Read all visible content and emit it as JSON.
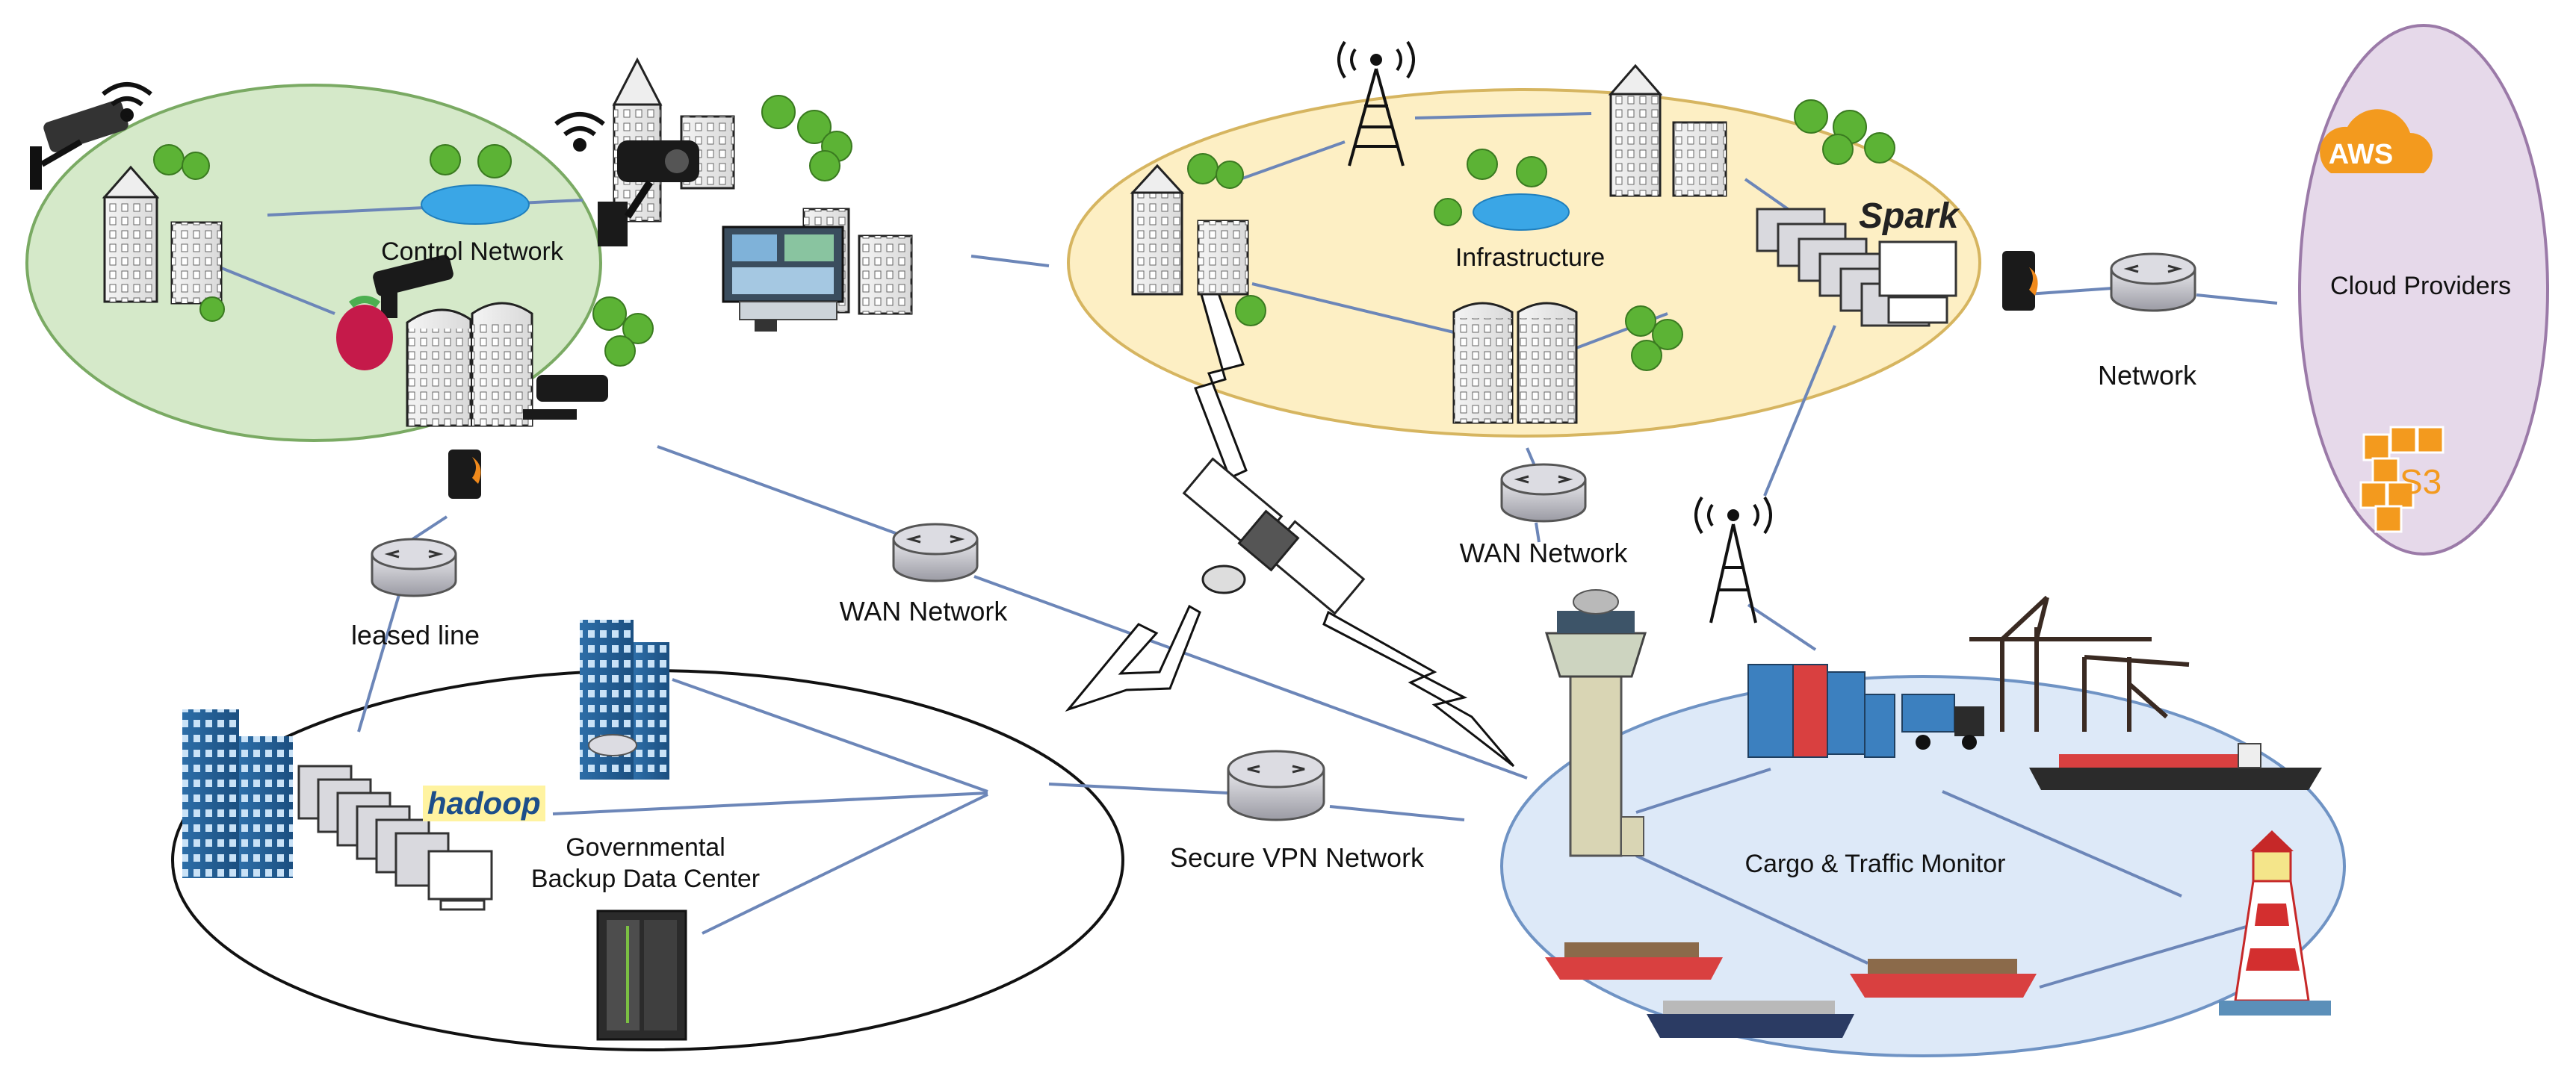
{
  "regions": {
    "control_network": "Control Network",
    "infrastructure": "Infrastructure",
    "cloud_providers": "Cloud Providers",
    "data_center": "Governmental\nBackup Data Center",
    "cargo_traffic": "Cargo & Traffic Monitor"
  },
  "links": {
    "network": "Network",
    "wan_center": "WAN Network",
    "wan_left": "WAN Network",
    "leased_line": "leased line",
    "secure_vpn": "Secure VPN Network"
  },
  "brands": {
    "aws": "AWS",
    "s3": "S3",
    "spark": "Spark",
    "hadoop": "hadoop"
  },
  "colors": {
    "control_fill": "#d5e9c9",
    "control_stroke": "#7aaa63",
    "infra_fill": "#fdefc4",
    "infra_stroke": "#d6b560",
    "cloud_fill": "#e6d9ea",
    "cloud_stroke": "#9b7aa8",
    "cargo_fill": "#dde9f8",
    "cargo_stroke": "#6f93c4",
    "link": "#6c86b8",
    "aws_orange": "#f39a1e"
  }
}
